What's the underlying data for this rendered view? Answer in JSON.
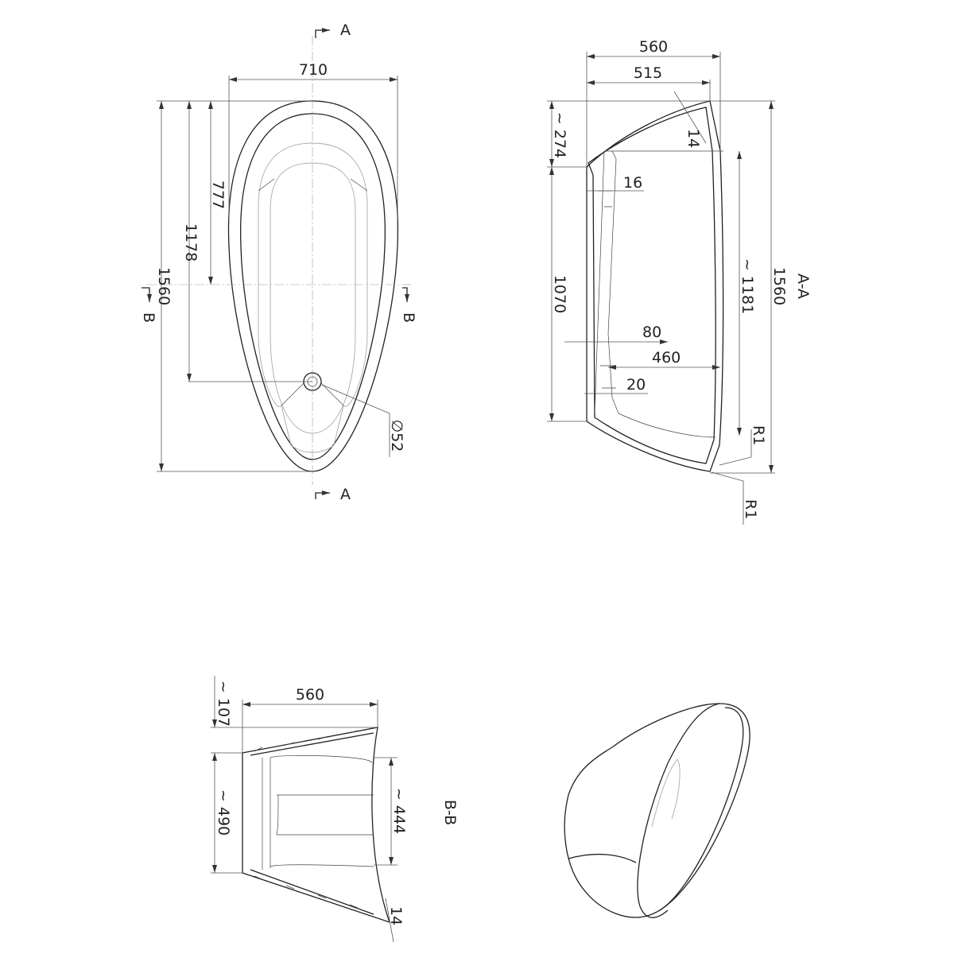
{
  "top_view": {
    "width": "710",
    "depth_to_center": "777",
    "depth_to_drain": "1178",
    "length": "1560",
    "drain_diameter": "∅52",
    "section_a_top": "A",
    "section_a_bottom": "A",
    "section_b_left": "B",
    "section_b_right": "B"
  },
  "section_aa": {
    "title": "A-A",
    "width_outer": "560",
    "width_inner": "515",
    "rim_height": "~ 274",
    "rim_thickness": "14",
    "wall_thickness": "16",
    "inner_height": "1070",
    "inner_length": "~ 1181",
    "length": "1560",
    "base_offset": "80",
    "inner_depth": "460",
    "base_thickness": "20",
    "radius_1": "R1",
    "radius_2": "R1"
  },
  "section_bb": {
    "title": "B-B",
    "rim_height": "~ 107",
    "depth": "560",
    "outer_width": "~ 490",
    "inner_width": "~ 444",
    "wall_thickness": "14"
  }
}
